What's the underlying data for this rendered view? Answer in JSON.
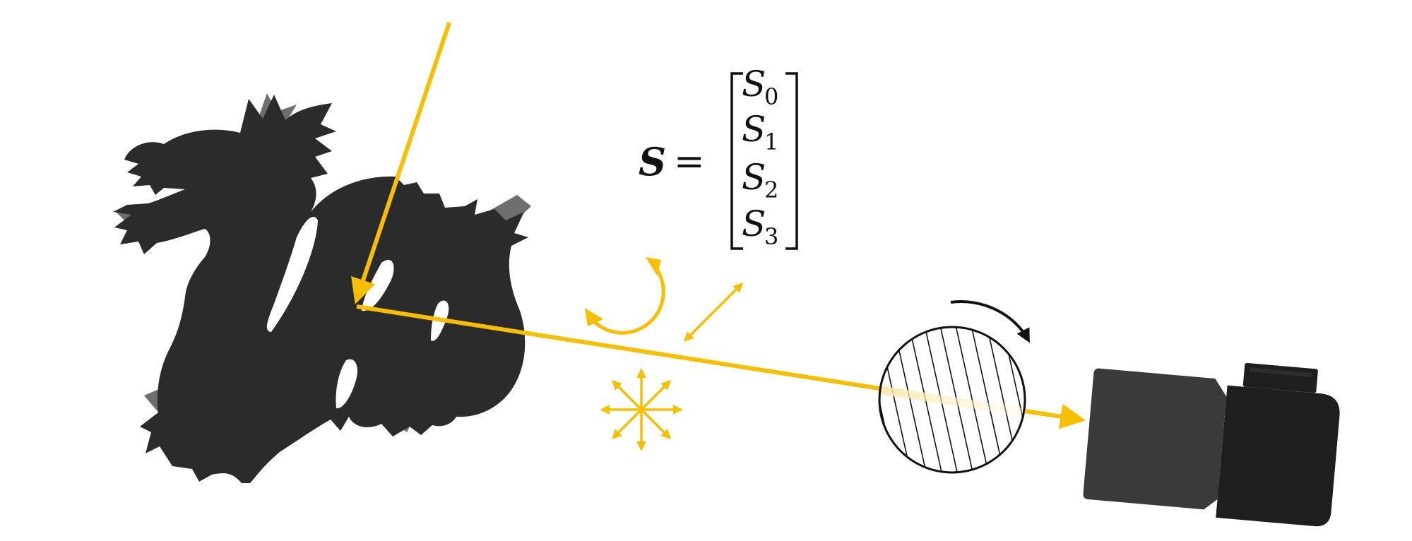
{
  "equation": {
    "lhs": "S",
    "equals": "=",
    "entries": [
      {
        "symbol": "S",
        "index": "0"
      },
      {
        "symbol": "S",
        "index": "1"
      },
      {
        "symbol": "S",
        "index": "2"
      },
      {
        "symbol": "S",
        "index": "3"
      }
    ]
  },
  "colors": {
    "light_ray": "#F8BE00",
    "object": "#2B2B2B",
    "object_shadow": "#6E6E6E",
    "camera_body": "#1E1E1E",
    "camera_lens": "#3A3A3A",
    "rotation_arrow": "#111111"
  },
  "icons": {
    "scene_object": "dragon-silhouette-icon",
    "circular_polarization": "circular-polarization-icon",
    "linear_polarization": "linear-polarization-icon",
    "unpolarized_light": "unpolarized-light-icon",
    "polarizer": "rotating-polarizer-filter-icon",
    "camera": "camera-icon"
  }
}
